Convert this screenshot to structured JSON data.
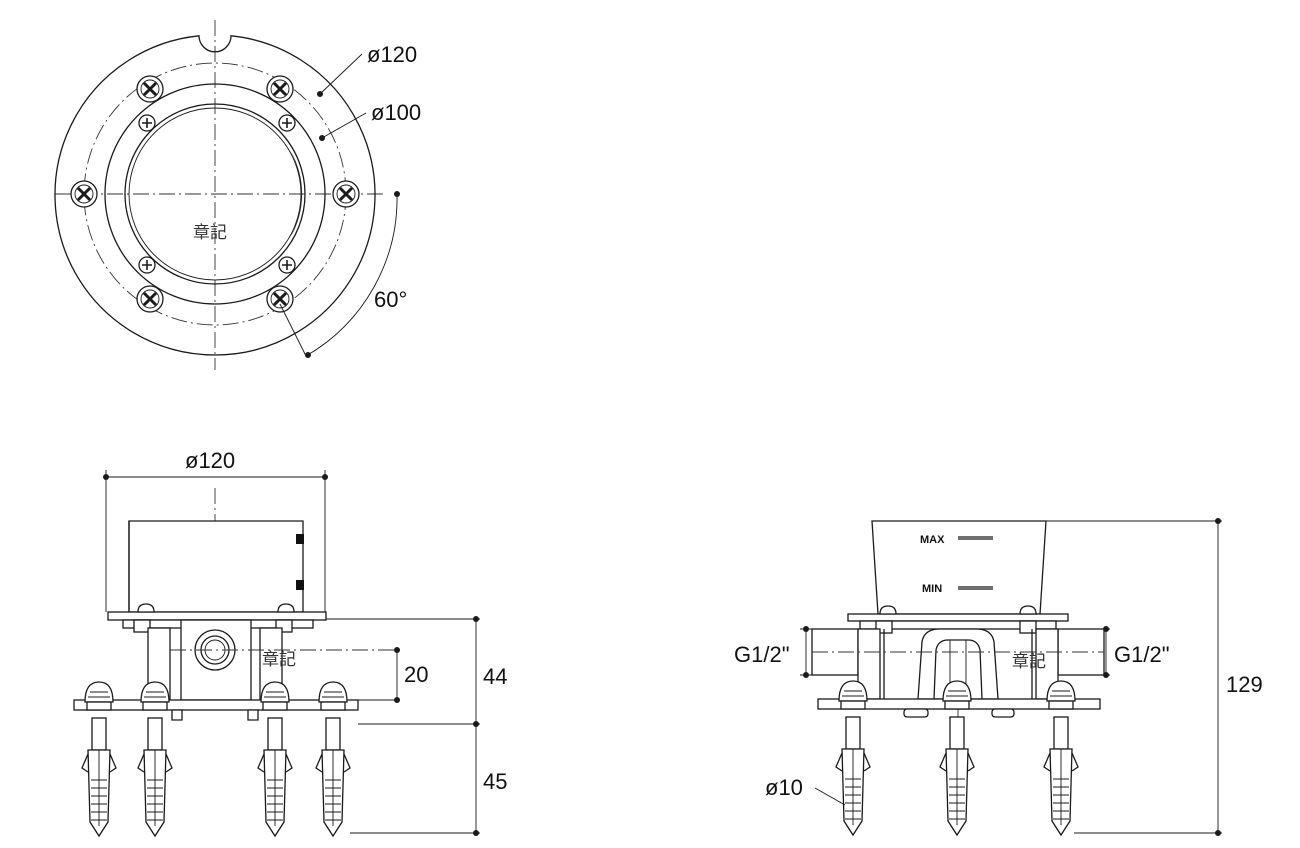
{
  "top_view": {
    "outer_diameter": "ø120",
    "bolt_circle_diameter": "ø100",
    "angle": "60°",
    "stamp": "章記"
  },
  "front_view": {
    "width_diameter": "ø120",
    "inlet_offset": "20",
    "upper_height": "44",
    "lower_height": "45",
    "stamp": "章記"
  },
  "side_view": {
    "left_thread": "G1/2\"",
    "right_thread": "G1/2\"",
    "level_max": "MAX",
    "level_min": "MIN",
    "total_height": "129",
    "anchor_diameter": "ø10",
    "stamp": "章記"
  }
}
